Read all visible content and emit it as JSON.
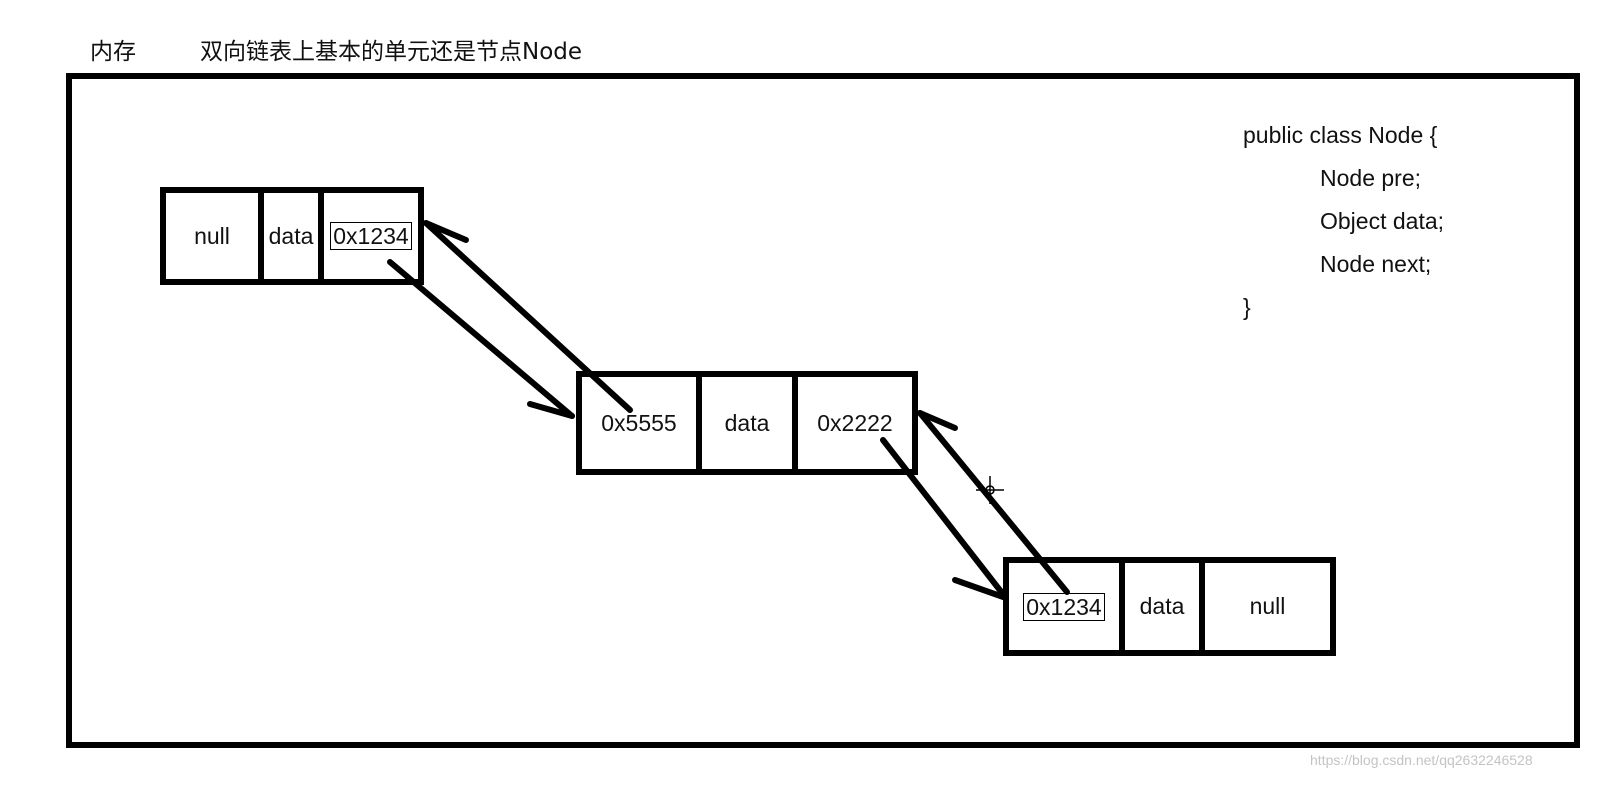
{
  "header": {
    "memory_label": "内存",
    "title": "双向链表上基本的单元还是节点Node"
  },
  "nodes": [
    {
      "pre": "null",
      "data": "data",
      "next": "0x1234"
    },
    {
      "pre": "0x5555",
      "data": "data",
      "next": "0x2222"
    },
    {
      "pre": "0x1234",
      "data": "data",
      "next": "null"
    }
  ],
  "code": {
    "line1": "public class Node {",
    "line2": "Node pre;",
    "line3": "Object data;",
    "line4": "Node next;",
    "line5": "}"
  },
  "watermark": "https://blog.csdn.net/qq2632246528",
  "colors": {
    "stroke": "#000000",
    "background": "#ffffff",
    "watermark": "#c4c4c4"
  },
  "icons": [
    "arrow-icon",
    "move-cursor-icon"
  ]
}
